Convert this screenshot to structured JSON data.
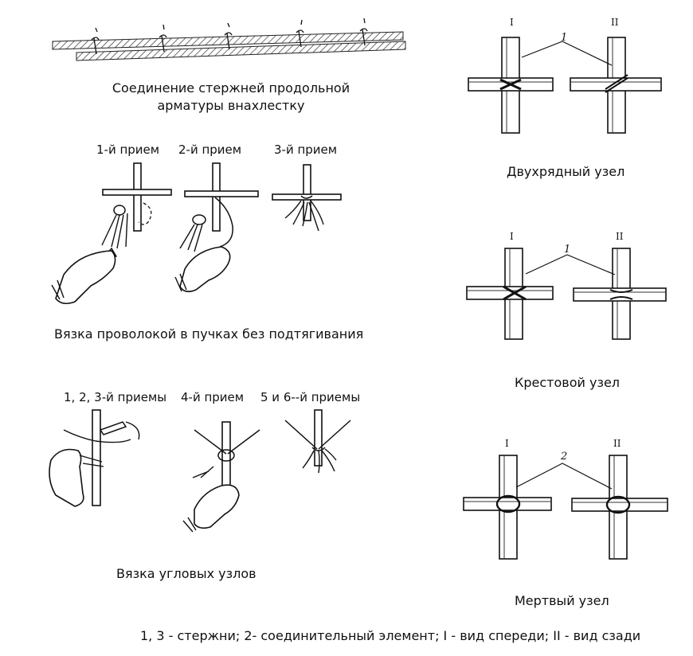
{
  "overlap_caption_line1": "Соединение стержней продольной",
  "overlap_caption_line2": "арматуры внахлестку",
  "bundle_steps": [
    "1-й прием",
    "2-й прием",
    "3-й прием"
  ],
  "bundle_caption": "Вязка проволокой в пучках без подтягивания",
  "corner_steps": [
    "1, 2, 3-й приемы",
    "4-й прием",
    "5 и 6--й приемы"
  ],
  "corner_caption": "Вязка угловых узлов",
  "knots": [
    {
      "view_front": "I",
      "view_back": "II",
      "element_number": "1",
      "caption": "Двухрядный узел"
    },
    {
      "view_front": "I",
      "view_back": "II",
      "element_number": "1",
      "caption": "Крестовой узел"
    },
    {
      "view_front": "I",
      "view_back": "II",
      "element_number": "2",
      "caption": "Мертвый узел"
    }
  ],
  "legend": "1, 3 - стержни; 2- соединительный элемент; I - вид спереди; II - вид сзади"
}
